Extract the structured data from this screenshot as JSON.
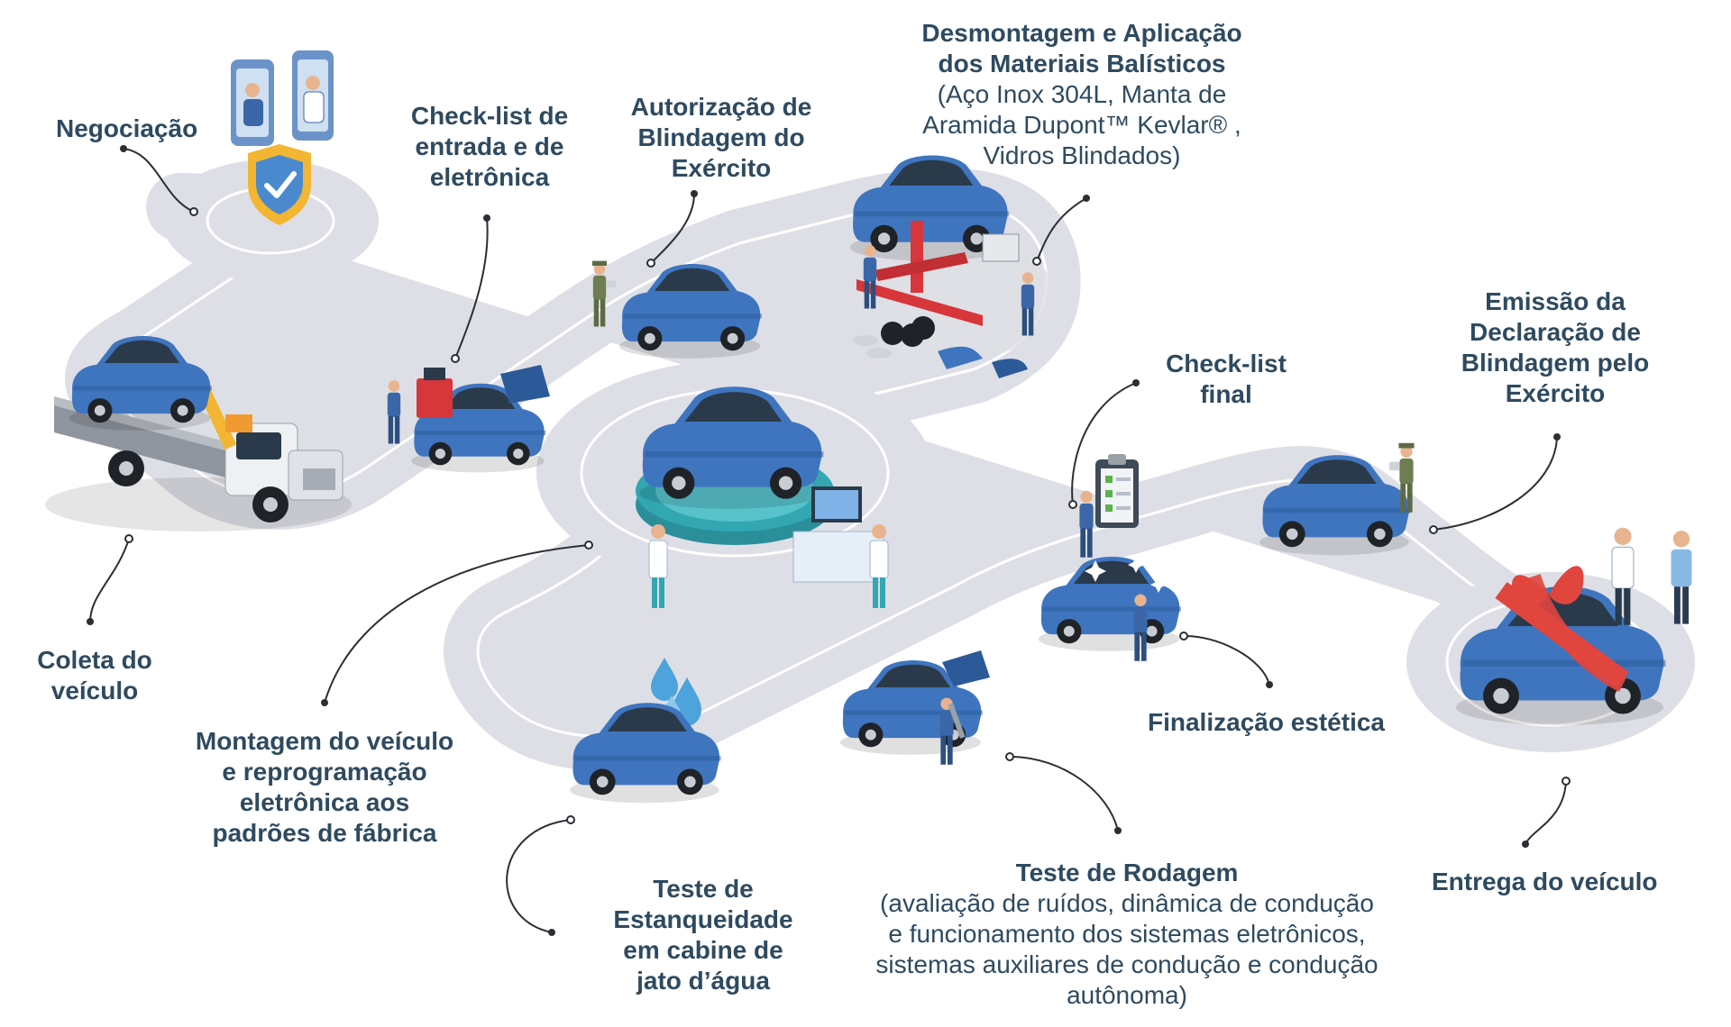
{
  "labels": {
    "negociacao": "Negociação",
    "checklist_entrada": "Check-list de entrada e de eletrônica",
    "autorizacao": "Autorização de Blindagem do Exército",
    "desmontagem_title": "Desmontagem e Aplicação dos Materiais Balísticos",
    "desmontagem_sub": "(Aço Inox 304L, Manta de Aramida Dupont™ Kevlar® , Vidros Blindados)",
    "checklist_final": "Check-list final",
    "emissao": "Emissão da Declaração de Blindagem pelo Exército",
    "coleta": "Coleta do veículo",
    "montagem": "Montagem do veículo e reprogramação eletrônica aos padrões de fábrica",
    "finalizacao": "Finalização estética",
    "estanqueidade": "Teste de Estanqueidade em  cabine de jato d’água",
    "rodagem_title": "Teste de Rodagem",
    "rodagem_sub": "(avaliação de ruídos, dinâmica de condução e funcionamento dos sistemas eletrônicos, sistemas auxiliares de condução e condução autônoma)",
    "entrega": "Entrega do veículo"
  },
  "icons": {
    "negociacao": "handshake-video-call-icon",
    "coleta": "tow-truck-icon",
    "checklist_entrada": "diagnostic-station-icon",
    "autorizacao": "army-officer-icon",
    "desmontagem": "car-lift-icon",
    "montagem": "lab-turntable-icon",
    "estanqueidade": "water-drops-icon",
    "rodagem": "road-test-mechanic-icon",
    "finalizacao": "sparkle-car-icon",
    "checklist_final": "clipboard-checklist-icon",
    "emissao": "army-inspector-icon",
    "entrega": "gift-ribbon-car-icon"
  },
  "colors": {
    "road": "#dedfe6",
    "road_line": "#ffffff",
    "car_body": "#3f75be",
    "car_dark": "#2c5a99",
    "car_window": "#2b3a4a",
    "text": "#2e4a60",
    "ribbon": "#e0453e",
    "lift": "#d7363a",
    "platform": "#32a7b2",
    "shield": "#f2b632"
  }
}
